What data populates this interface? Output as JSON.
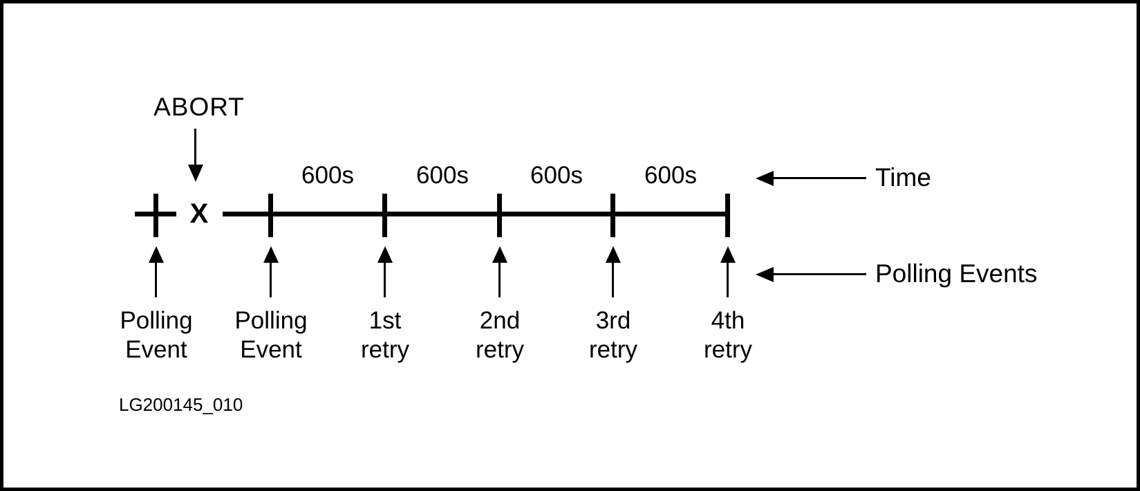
{
  "figure": {
    "abort_label": "ABORT",
    "abort_marker": "X",
    "intervals": [
      "600s",
      "600s",
      "600s",
      "600s"
    ],
    "events": [
      {
        "line1": "Polling",
        "line2": "Event"
      },
      {
        "line1": "Polling",
        "line2": "Event"
      },
      {
        "line1": "1st",
        "line2": "retry"
      },
      {
        "line1": "2nd",
        "line2": "retry"
      },
      {
        "line1": "3rd",
        "line2": "retry"
      },
      {
        "line1": "4th",
        "line2": "retry"
      }
    ],
    "axis_labels": {
      "time": "Time",
      "events": "Polling Events"
    },
    "caption": "LG200145_010",
    "colors": {
      "ink": "#000000",
      "background": "#ffffff"
    }
  }
}
